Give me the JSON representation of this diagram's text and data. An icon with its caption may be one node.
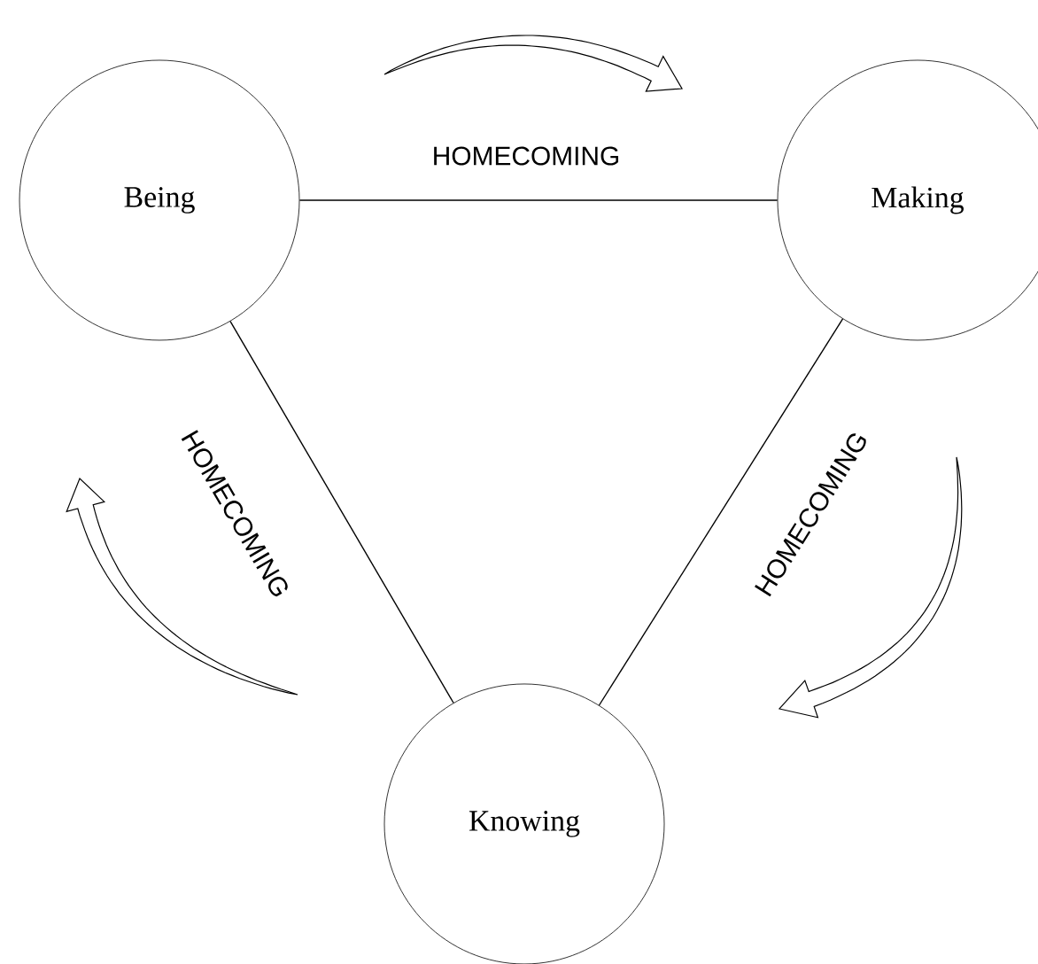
{
  "diagram": {
    "nodes": [
      {
        "text": [
          "Being"
        ]
      },
      {
        "text": [
          "Making"
        ]
      },
      {
        "text": [
          "Knowing"
        ]
      }
    ],
    "edges": [
      {
        "from": 0,
        "to": 1,
        "arrow": "none",
        "label": "HOMECOMING"
      },
      {
        "from": 1,
        "to": 2,
        "arrow": "none",
        "label": "HOMECOMING"
      },
      {
        "from": 2,
        "to": 0,
        "arrow": "none",
        "label": "HOMECOMING"
      }
    ]
  }
}
